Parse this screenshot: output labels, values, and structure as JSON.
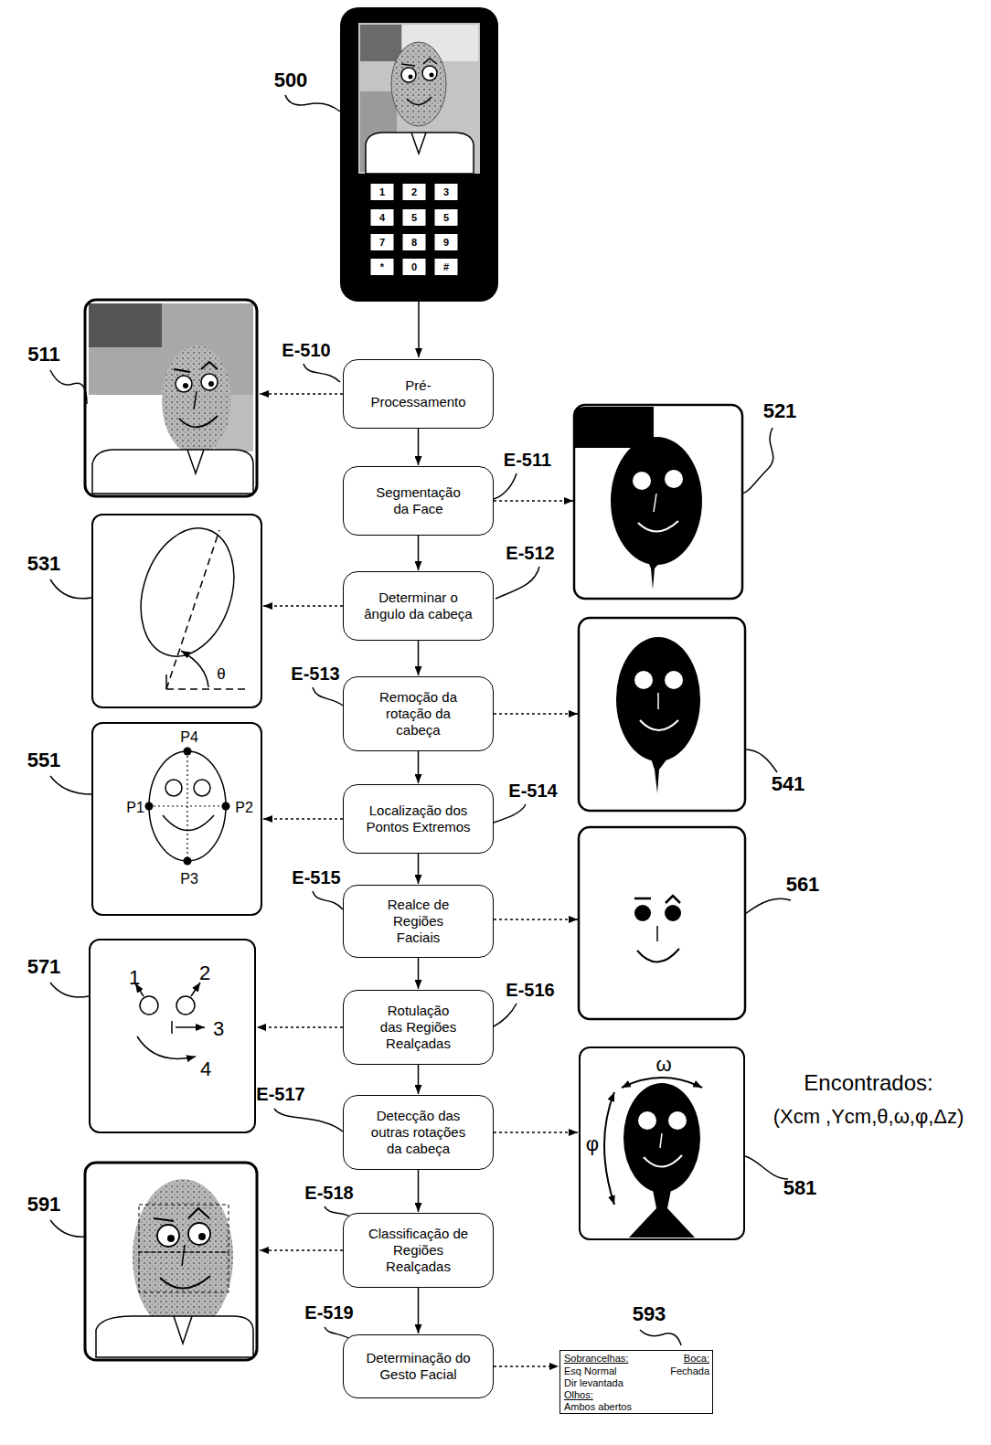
{
  "diagram": {
    "nodes": [
      {
        "text": [
          "Pré- Processamento"
        ]
      },
      {
        "text": [
          "Segmentação da Face"
        ]
      },
      {
        "text": [
          "Determinar o ângulo da cabeça"
        ]
      },
      {
        "text": [
          "θ"
        ]
      },
      {
        "text": [
          "Remoção da rotação da cabeça"
        ]
      },
      {
        "text": [
          "P4",
          "P1",
          "P2",
          "P3"
        ]
      },
      {
        "text": [
          "Localização dos Pontos Extremos"
        ]
      },
      {
        "text": [
          "Realce de Regiões Faciais"
        ]
      },
      {
        "text": [
          "1",
          "2",
          "3",
          "4"
        ]
      },
      {
        "text": [
          "Rotulação das Regiões Realçadas"
        ]
      },
      {
        "text": [
          "ω",
          "φ"
        ]
      },
      {
        "text": [
          "Detecção das outras rotações da cabeça"
        ]
      },
      {
        "text": [
          "Classificação de Regiões Realçadas"
        ]
      },
      {
        "text": [
          "Determinação do Gesto Facial"
        ]
      },
      {
        "text": [
          "Sobrancelhas:",
          "Boca:",
          "Esq Normal",
          "Fechada",
          "Dir levantada",
          "Olhos:",
          "Ambos abertos"
        ]
      }
    ],
    "edges": [
      {
        "from": 0,
        "to": 1,
        "arrow": "to"
      },
      {
        "from": 1,
        "to": 2,
        "arrow": "to"
      },
      {
        "from": 2,
        "to": 4,
        "arrow": "to"
      },
      {
        "from": 4,
        "to": 6,
        "arrow": "to"
      },
      {
        "from": 6,
        "to": 7,
        "arrow": "to"
      },
      {
        "from": 7,
        "to": 9,
        "arrow": "to"
      },
      {
        "from": 9,
        "to": 11,
        "arrow": "to"
      },
      {
        "from": 11,
        "to": 12,
        "arrow": "to"
      },
      {
        "from": 12,
        "to": 13,
        "arrow": "to"
      },
      {
        "from": 2,
        "to": 3,
        "arrow": "to"
      },
      {
        "from": 6,
        "to": 5,
        "arrow": "to"
      },
      {
        "from": 9,
        "to": 8,
        "arrow": "to"
      },
      {
        "from": 11,
        "to": 10,
        "arrow": "to"
      },
      {
        "from": 13,
        "to": 14,
        "arrow": "to"
      }
    ],
    "labels": [
      "500",
      "1",
      "2",
      "3",
      "4",
      "5",
      "5",
      "7",
      "8",
      "9",
      "*",
      "0",
      "#",
      "511",
      "E-510",
      "521",
      "E-511",
      "E-512",
      "531",
      "E-513",
      "541",
      "551",
      "E-514",
      "E-515",
      "561",
      "571",
      "E-516",
      "Encontrados:",
      "(Xcm ,Ycm,θ,ω,φ,Δz)",
      "E-517",
      "581",
      "591",
      "E-518",
      "593",
      "E-519"
    ]
  }
}
